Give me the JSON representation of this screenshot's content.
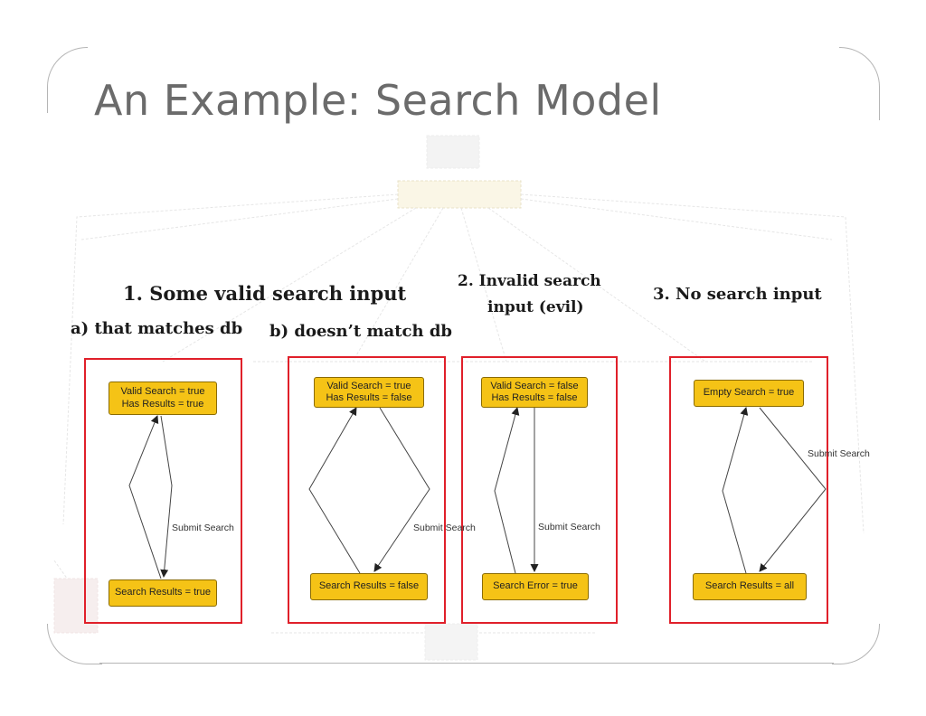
{
  "slide": {
    "title": "An Example: Search Model"
  },
  "captions": {
    "valid_input": "1. Some valid search input",
    "matches_db": "a) that matches db",
    "no_match_db": "b) doesn’t match db",
    "invalid_line1": "2. Invalid search",
    "invalid_line2": "input (evil)",
    "no_input": "3. No search input"
  },
  "panels": [
    {
      "top_state": [
        "Valid Search = true",
        "Has Results = true"
      ],
      "bottom_state": "Search Results = true",
      "edge_label": "Submit Search"
    },
    {
      "top_state": [
        "Valid Search = true",
        "Has Results = false"
      ],
      "bottom_state": "Search Results = false",
      "edge_label": "Submit Search"
    },
    {
      "top_state": [
        "Valid Search = false",
        "Has Results = false"
      ],
      "bottom_state": "Search Error = true",
      "edge_label": "Submit Search"
    },
    {
      "top_state": [
        "Empty Search = true"
      ],
      "bottom_state": "Search Results = all",
      "edge_label": "Submit Search"
    }
  ],
  "colors": {
    "panel_border": "#e0202a",
    "node_fill": "#f5c316",
    "title": "#6b6b6b"
  }
}
